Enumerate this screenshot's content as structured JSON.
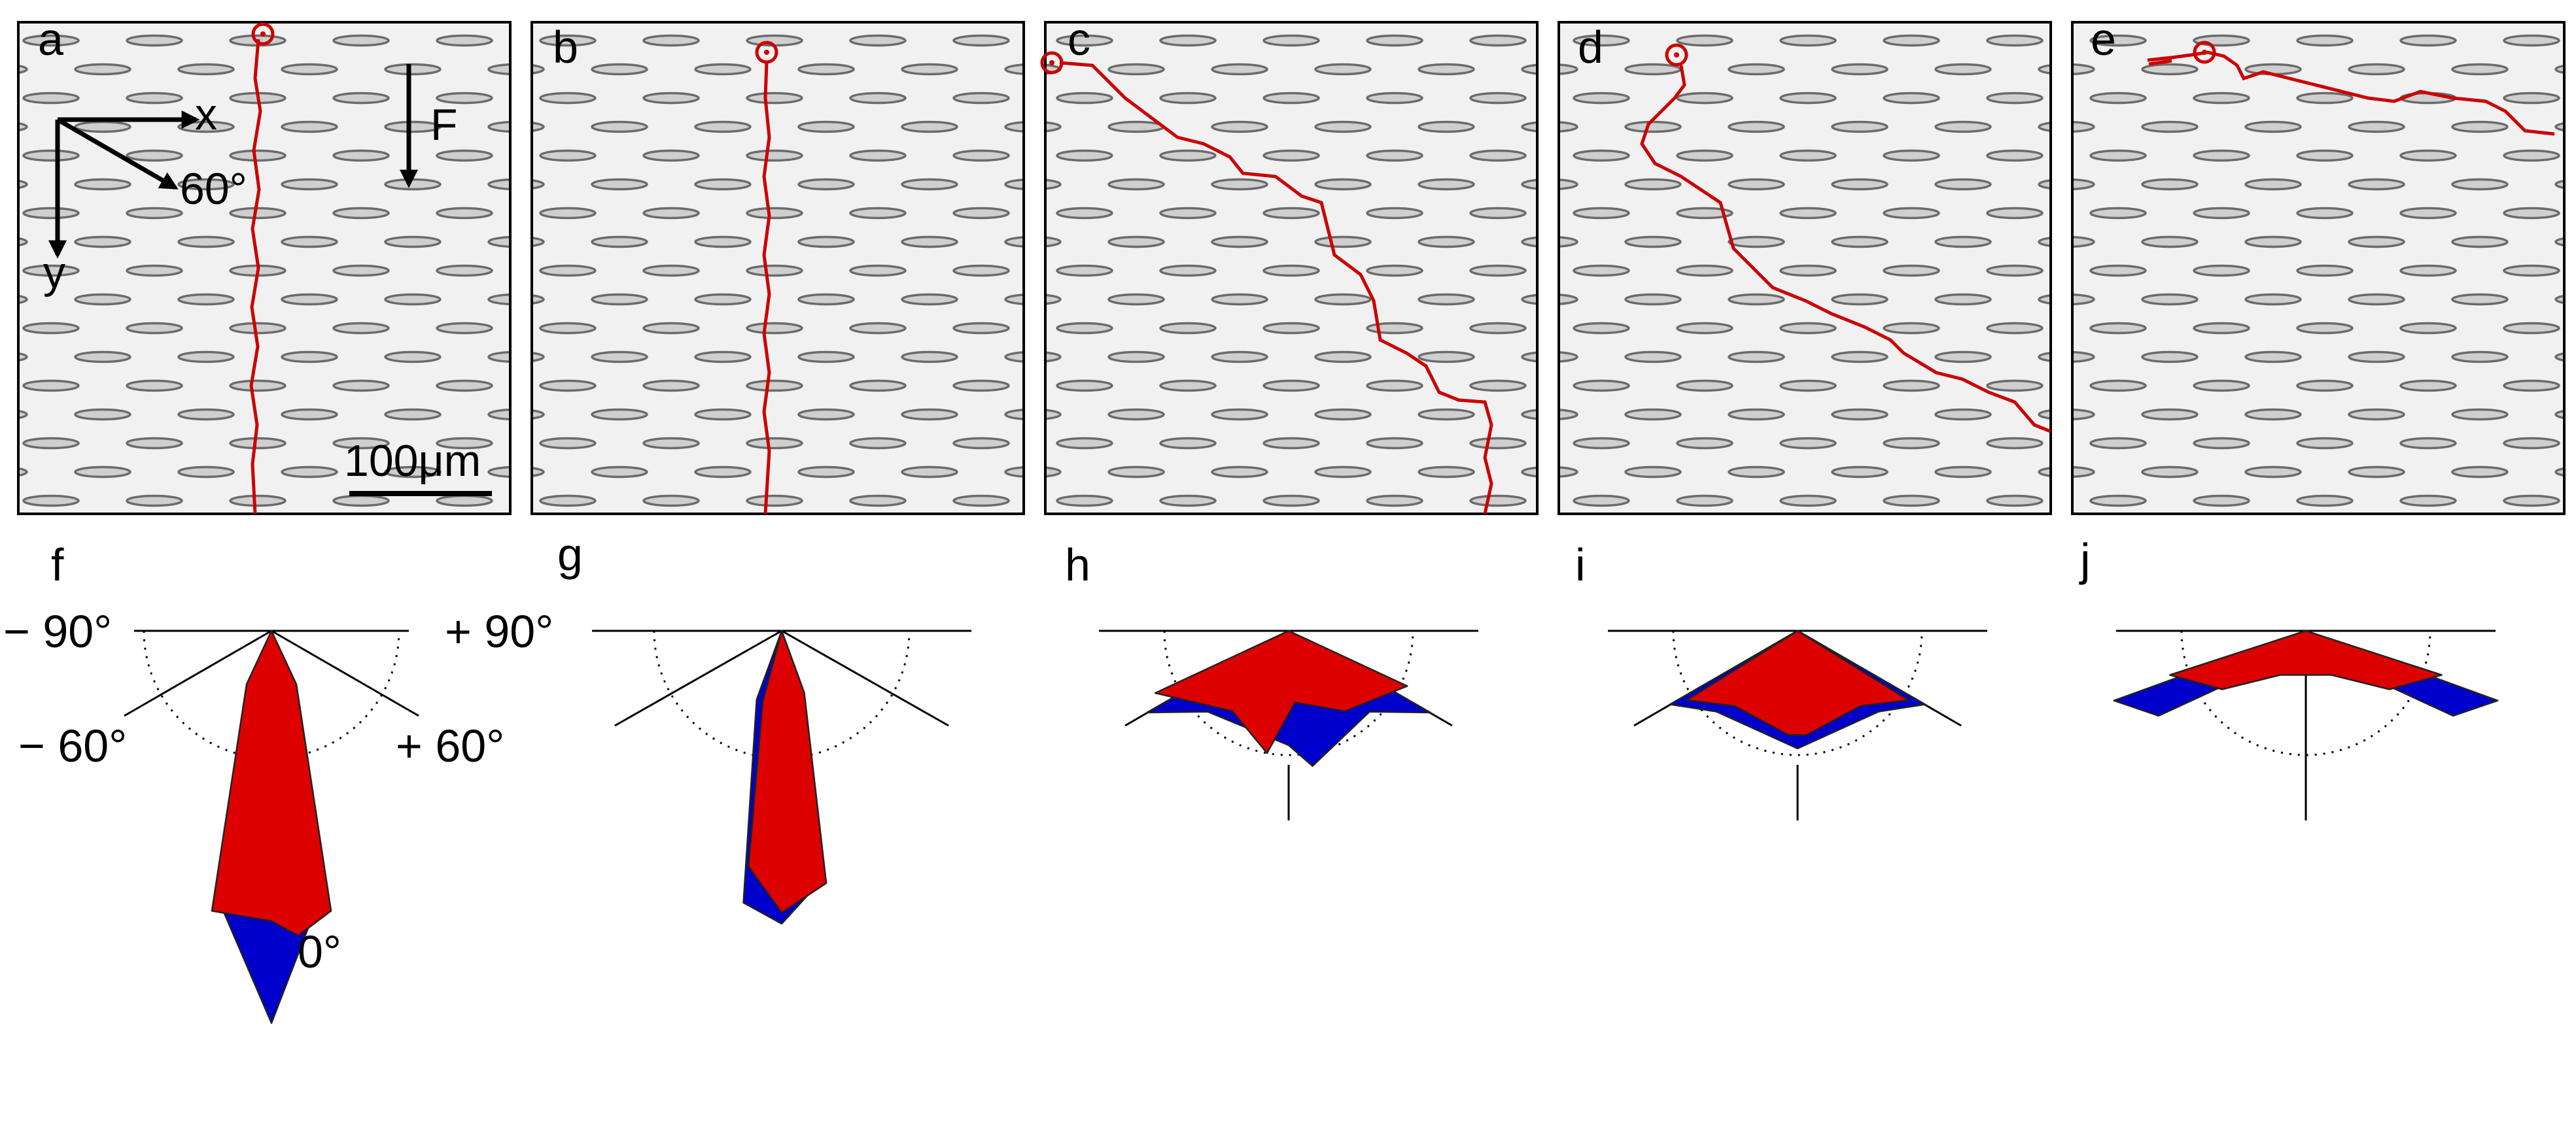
{
  "panels": [
    {
      "letter": "a",
      "crack": "vertical"
    },
    {
      "letter": "b",
      "crack": "vertical"
    },
    {
      "letter": "c",
      "crack": "diagonal"
    },
    {
      "letter": "d",
      "crack": "diagonal"
    },
    {
      "letter": "e",
      "crack": "horizontal"
    }
  ],
  "axes": {
    "x": "x",
    "y": "y",
    "angle": "60°",
    "force": "F"
  },
  "scalebar": "100μm",
  "rose_letters": [
    "f",
    "g",
    "h",
    "i",
    "j"
  ],
  "rose_angles": {
    "left90": "− 90°",
    "right90": "+ 90°",
    "left60": "− 60°",
    "right60": "+ 60°",
    "zero": "0°"
  },
  "colors": {
    "crack": "#cc0000",
    "red_lobe": "#dd0000",
    "blue_lobe": "#0000cc",
    "hole_fill": "#cfcfcf",
    "hole_stroke": "#6b6b6b",
    "micro_bg": "#f1f1f1"
  },
  "chart_data": [
    {
      "type": "rose",
      "panel": "f",
      "series": [
        {
          "color": "blue",
          "values": [
            [
              -10,
              0.72
            ],
            [
              0,
              1.0
            ],
            [
              8,
              0.74
            ],
            [
              20,
              0.2
            ],
            [
              -20,
              0.2
            ]
          ]
        },
        {
          "color": "red",
          "values": [
            [
              -12,
              0.73
            ],
            [
              0,
              0.74
            ],
            [
              5,
              0.78
            ],
            [
              12,
              0.73
            ],
            [
              25,
              0.15
            ],
            [
              -25,
              0.15
            ]
          ]
        }
      ]
    },
    {
      "type": "rose",
      "panel": "g",
      "series": [
        {
          "color": "blue",
          "values": [
            [
              -8,
              0.75
            ],
            [
              0,
              0.8
            ],
            [
              8,
              0.7
            ],
            [
              20,
              0.15
            ],
            [
              -20,
              0.2
            ]
          ]
        },
        {
          "color": "red",
          "values": [
            [
              -8,
              0.65
            ],
            [
              0,
              0.77
            ],
            [
              10,
              0.7
            ],
            [
              20,
              0.18
            ],
            [
              -15,
              0.2
            ]
          ]
        }
      ]
    },
    {
      "type": "rose",
      "panel": "h",
      "series": [
        {
          "color": "blue",
          "values": [
            [
              -60,
              0.5
            ],
            [
              -45,
              0.35
            ],
            [
              0,
              0.35
            ],
            [
              10,
              0.42
            ],
            [
              60,
              0.5
            ],
            [
              45,
              0.35
            ]
          ]
        },
        {
          "color": "red",
          "values": [
            [
              -65,
              0.45
            ],
            [
              -35,
              0.3
            ],
            [
              -10,
              0.38
            ],
            [
              5,
              0.22
            ],
            [
              35,
              0.3
            ],
            [
              65,
              0.4
            ]
          ]
        }
      ]
    },
    {
      "type": "rose",
      "panel": "i",
      "series": [
        {
          "color": "blue",
          "values": [
            [
              -60,
              0.45
            ],
            [
              -45,
              0.35
            ],
            [
              0,
              0.36
            ],
            [
              45,
              0.35
            ],
            [
              60,
              0.45
            ]
          ]
        },
        {
          "color": "red",
          "values": [
            [
              -58,
              0.4
            ],
            [
              -40,
              0.3
            ],
            [
              -5,
              0.32
            ],
            [
              5,
              0.32
            ],
            [
              40,
              0.3
            ],
            [
              58,
              0.4
            ]
          ]
        }
      ]
    },
    {
      "type": "rose",
      "panel": "j",
      "series": [
        {
          "color": "blue",
          "values": [
            [
              -70,
              0.6
            ],
            [
              -60,
              0.5
            ],
            [
              0,
              0.05
            ],
            [
              60,
              0.5
            ],
            [
              70,
              0.6
            ]
          ]
        },
        {
          "color": "red",
          "values": [
            [
              -72,
              0.42
            ],
            [
              -55,
              0.3
            ],
            [
              -30,
              0.15
            ],
            [
              30,
              0.15
            ],
            [
              55,
              0.3
            ],
            [
              72,
              0.42
            ]
          ]
        }
      ]
    }
  ]
}
